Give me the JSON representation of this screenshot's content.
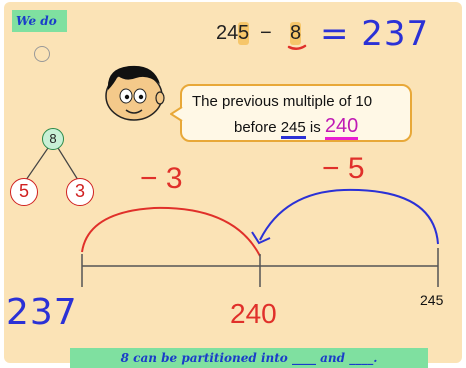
{
  "tag_label": "We do",
  "equation": {
    "left": "245 − 8",
    "n1_a": "24",
    "n1_b": "5",
    "minus": "−",
    "n2": "8",
    "result": "= 237"
  },
  "speech": {
    "line1": "The previous multiple of 10",
    "line2_pre": "before ",
    "line2_num": "245",
    "line2_mid": " is ",
    "line2_ans": "240"
  },
  "partition": {
    "whole": "8",
    "part_left": "5",
    "part_right": "3"
  },
  "jumps": {
    "left": "− 3",
    "right": "− 5"
  },
  "numberline": {
    "start": "237",
    "middle": "240",
    "end": "245"
  },
  "footer": "8  can  be  partitioned  into  ____  and  ____.",
  "colors": {
    "board": "#fbe3b6",
    "tag": "#7fe0a0",
    "handwriting_blue": "#2b31d6",
    "handwriting_red": "#e0302a",
    "highlight": "#f6c66a"
  }
}
